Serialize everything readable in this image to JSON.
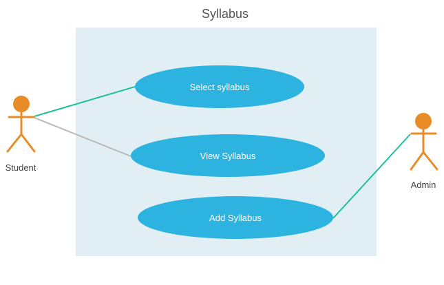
{
  "diagram": {
    "title": "Syllabus",
    "use_cases": [
      {
        "id": "select",
        "label": "Select syllabus"
      },
      {
        "id": "view",
        "label": "View Syllabus"
      },
      {
        "id": "add",
        "label": "Add Syllabus"
      }
    ],
    "actors": [
      {
        "id": "student",
        "label": "Student"
      },
      {
        "id": "admin",
        "label": "Admin"
      }
    ],
    "associations": [
      {
        "from": "student",
        "to": "select",
        "color": "#1fbf9c"
      },
      {
        "from": "student",
        "to": "view",
        "color": "#b8b8b8"
      },
      {
        "from": "admin",
        "to": "add",
        "color": "#1fbf9c"
      }
    ],
    "colors": {
      "system_boundary": "#e1eff4",
      "use_case_fill": "#2db3df",
      "actor": "#e98b26"
    }
  }
}
